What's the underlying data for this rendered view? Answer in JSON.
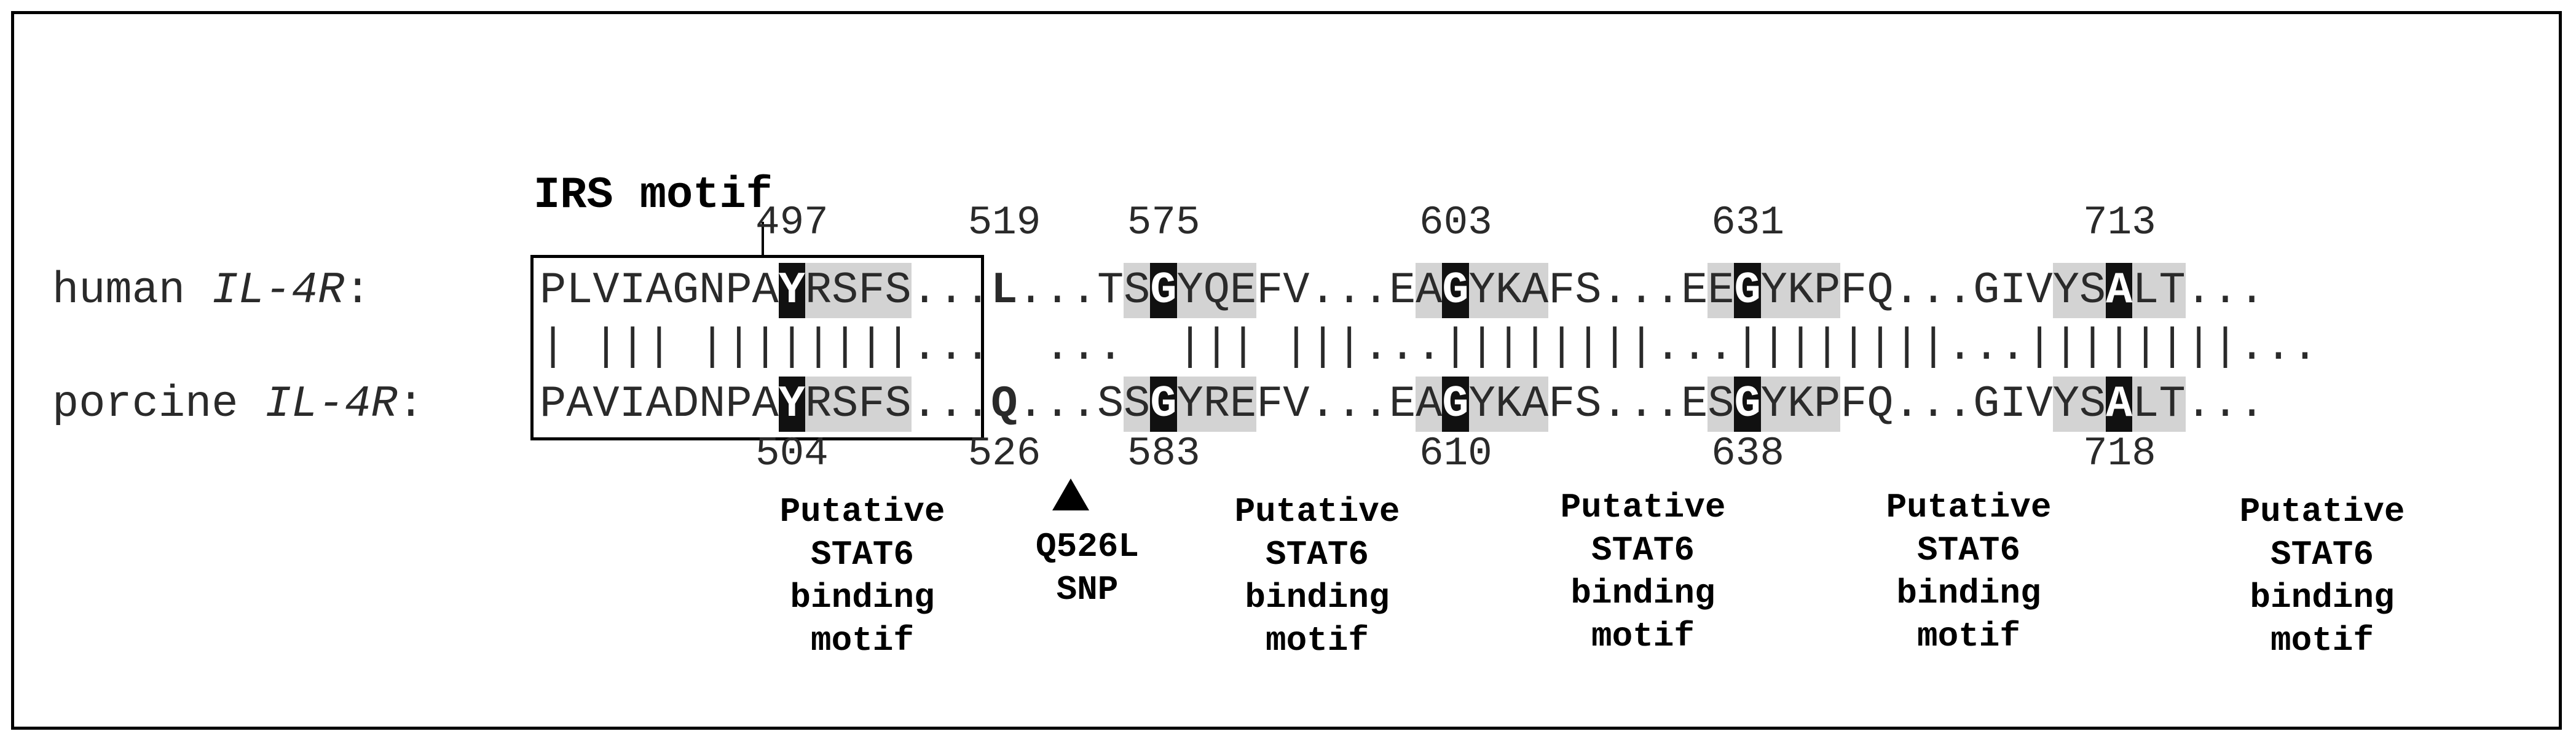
{
  "irs_label": "IRS motif",
  "human_label": {
    "prefix": "human ",
    "gene": "IL-4R",
    "suffix": ":"
  },
  "porcine_label": {
    "prefix": "porcine ",
    "gene": "IL-4R",
    "suffix": ":"
  },
  "human_seq": "PLVIAGNPAYRSFS...L...TSGYQEFV...EAGYKAFS...EEGYKPFQ...GIVYSALT...",
  "porcine_seq": "PAVIADNPAYRSFS...Q...SSGYREFV...EAGYKAFS...ESGYKPFQ...GIVYSALT...",
  "match_line": "| ||| ||||||||...  ...  ||| |||...||||||||...||||||||...||||||||...",
  "human_positions": [
    "497",
    "519",
    "575",
    "603",
    "631",
    "713"
  ],
  "porcine_positions": [
    "504",
    "526",
    "583",
    "610",
    "638",
    "718"
  ],
  "snp_label": "Q526L\nSNP",
  "stat6_label": "Putative\nSTAT6\nbinding\nmotif"
}
